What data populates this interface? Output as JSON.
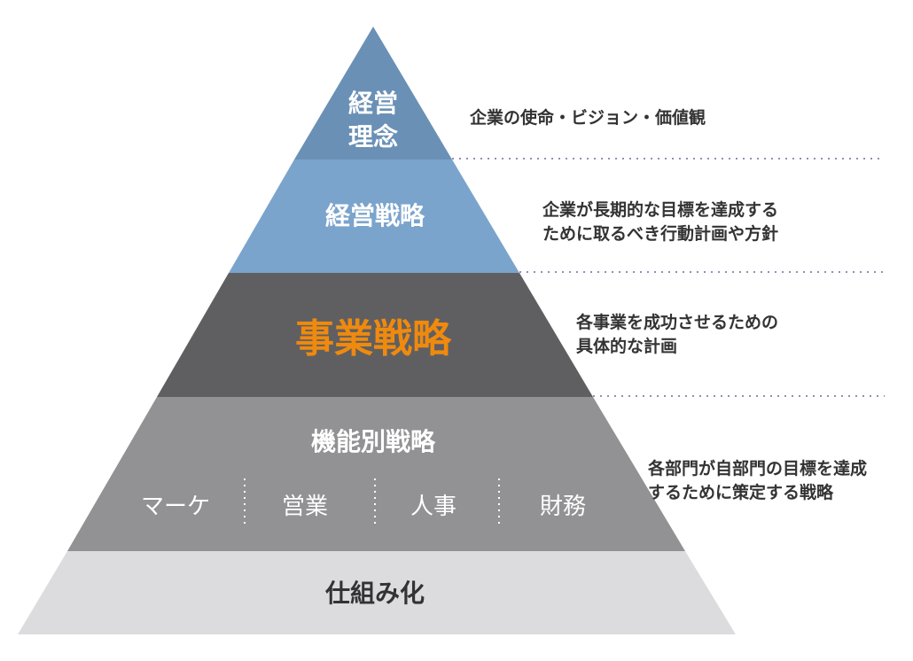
{
  "colors": {
    "tier1": "#6a90b6",
    "tier2": "#7ba4cc",
    "tier3": "#5f5f62",
    "tier4": "#929294",
    "tier5": "#dcdcde",
    "highlight": "#ef8a0e",
    "text_light": "#ffffff",
    "text_dark": "#333333",
    "divider": "#9a8ab4"
  },
  "tiers": [
    {
      "title_lines": [
        "経営",
        "理念"
      ],
      "description_lines": [
        "企業の使命・ビジョン・価値観"
      ]
    },
    {
      "title": "経営戦略",
      "description_lines": [
        "企業が長期的な目標を達成する",
        "ために取るべき行動計画や方針"
      ]
    },
    {
      "title": "事業戦略",
      "description_lines": [
        "各事業を成功させるための",
        "具体的な計画"
      ]
    },
    {
      "title": "機能別戦略",
      "functions": [
        "マーケ",
        "営業",
        "人事",
        "財務"
      ],
      "description_lines": [
        "各部門が自部門の目標を達成",
        "するために策定する戦略"
      ]
    },
    {
      "title": "仕組み化"
    }
  ]
}
